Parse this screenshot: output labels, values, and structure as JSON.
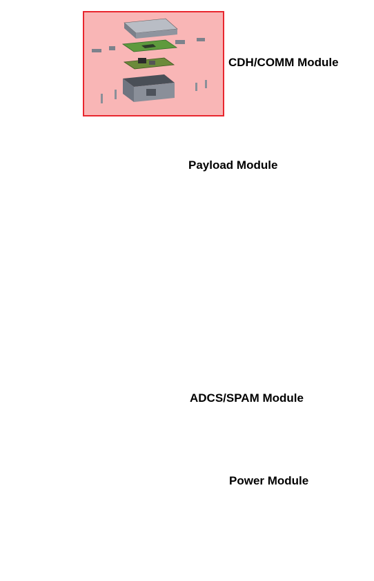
{
  "modules": [
    {
      "key": "cdh",
      "label": "CDH/COMM Module",
      "fill": "#f9b6b6",
      "stroke": "#e8262e"
    },
    {
      "key": "payload",
      "label": "Payload Module",
      "fill": "#c4f5b5",
      "stroke": "#34c924"
    },
    {
      "key": "adcs",
      "label": "ADCS/SPAM Module",
      "fill": "#b7bcf6",
      "stroke": "#2233d6"
    },
    {
      "key": "power",
      "label": "Power Module",
      "fill": "#fbd9b4",
      "stroke": "#f59a2f"
    }
  ],
  "colors": {
    "frame_top": "#a7acb5",
    "frame_side": "#6f7580",
    "frame_dark": "#3e434b",
    "pcb": "#5e9a3d",
    "pcb_dark": "#2f6a2a",
    "solar_cell": "#1b1c1e",
    "rail": "#8b9099",
    "copper": "#a86a3c"
  }
}
